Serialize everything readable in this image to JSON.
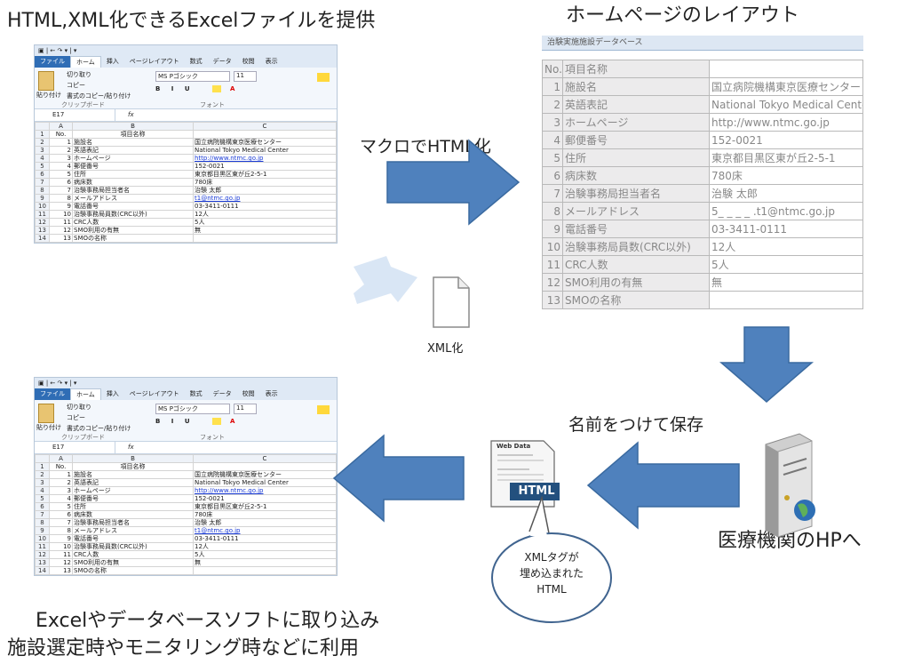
{
  "captions": {
    "top_left": "HTML,XML化できるExcelファイルを提供",
    "top_right": "ホームページのレイアウト",
    "macro": "マクロでHTML化",
    "xml_label": "XML化",
    "save": "名前をつけて保存",
    "hospital": "医療機関のHPへ",
    "bubble": "XMLタグが\n埋め込まれた\nHTML",
    "bottom_line1": "Excelやデータベースソフトに取り込み",
    "bottom_line2": "施設選定時やモニタリング時などに利用"
  },
  "excel": {
    "title_bar": "▣ | ← ↷ ▾ | ▾",
    "tabs": [
      "ファイル",
      "ホーム",
      "挿入",
      "ページレイアウト",
      "数式",
      "データ",
      "校閲",
      "表示"
    ],
    "ribbon": {
      "cut": "切り取り",
      "copy": "コピー",
      "paste": "貼り付け",
      "format_copy": "書式のコピー/貼り付け",
      "clipboard": "クリップボード",
      "font_name": "MS Pゴシック",
      "font_size": "11",
      "font_group": "フォント"
    },
    "name_box": "E17",
    "fx": "fx",
    "col_headers": [
      "",
      "A",
      "B",
      "C"
    ],
    "header_row": [
      "1",
      "No.",
      "項目名称",
      ""
    ],
    "rows": [
      [
        "2",
        "1",
        "施設名",
        "国立病院機構東京医療センター"
      ],
      [
        "3",
        "2",
        "英語表記",
        "National Tokyo Medical Center"
      ],
      [
        "4",
        "3",
        "ホームページ",
        "http://www.ntmc.go.jp"
      ],
      [
        "5",
        "4",
        "郵便番号",
        "152-0021"
      ],
      [
        "6",
        "5",
        "住所",
        "東京都目黒区東が丘2-5-1"
      ],
      [
        "7",
        "6",
        "病床数",
        "780床"
      ],
      [
        "8",
        "7",
        "治験事務局担当者名",
        "治験 太郎"
      ],
      [
        "9",
        "8",
        "メールアドレス",
        "t1@ntmc.go.jp"
      ],
      [
        "10",
        "9",
        "電話番号",
        "03-3411-0111"
      ],
      [
        "11",
        "10",
        "治験事務局員数(CRC以外)",
        "12人"
      ],
      [
        "12",
        "11",
        "CRC人数",
        "5人"
      ],
      [
        "13",
        "12",
        "SMO利用の有無",
        "無"
      ],
      [
        "14",
        "13",
        "SMOの名称",
        ""
      ]
    ]
  },
  "webpage": {
    "header": "治験実施施設データベース",
    "rows": [
      [
        "No.",
        "項目名称",
        ""
      ],
      [
        "1",
        "施設名",
        "国立病院機構東京医療センター"
      ],
      [
        "2",
        "英語表記",
        "National Tokyo Medical Center"
      ],
      [
        "3",
        "ホームページ",
        "http://www.ntmc.go.jp"
      ],
      [
        "4",
        "郵便番号",
        "152-0021"
      ],
      [
        "5",
        "住所",
        "東京都目黒区東が丘2-5-1"
      ],
      [
        "6",
        "病床数",
        "780床"
      ],
      [
        "7",
        "治験事務局担当者名",
        "治験 太郎"
      ],
      [
        "8",
        "メールアドレス",
        "5_ _ _ _ .t1@ntmc.go.jp"
      ],
      [
        "9",
        "電話番号",
        "03-3411-0111"
      ],
      [
        "10",
        "治験事務局員数(CRC以外)",
        "12人"
      ],
      [
        "11",
        "CRC人数",
        "5人"
      ],
      [
        "12",
        "SMO利用の有無",
        "無"
      ],
      [
        "13",
        "SMOの名称",
        ""
      ]
    ]
  },
  "html_file_icon": {
    "label": "HTML",
    "top_text": "Web Data"
  },
  "colors": {
    "arrow": "#4f81bd",
    "arrow_stroke": "#3a6aa0",
    "light_arrow": "#d9e6f5",
    "excel_green": "#1e7145",
    "server_blue": "#2e6fb4"
  }
}
